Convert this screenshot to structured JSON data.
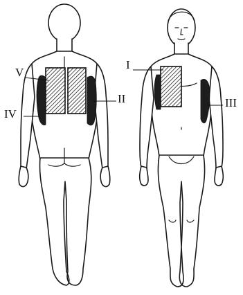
{
  "zone_labels": {
    "I": "I",
    "II": "II",
    "III": "III",
    "IV": "IV",
    "V": "V"
  },
  "zones": [
    {
      "id": "I",
      "view": "front",
      "fill": "hatched"
    },
    {
      "id": "II",
      "view": "back",
      "fill": "dark"
    },
    {
      "id": "III",
      "view": "front",
      "fill": "dark"
    },
    {
      "id": "IV",
      "view": "back",
      "fill": "dark"
    },
    {
      "id": "V",
      "view": "back",
      "fill": "hatched"
    }
  ],
  "colors": {
    "ink": "#111111",
    "zone_fill": "#1e1e1e",
    "paper": "#ffffff"
  }
}
